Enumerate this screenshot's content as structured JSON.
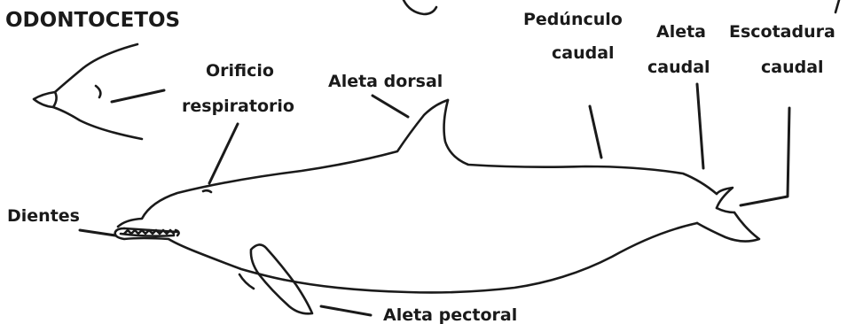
{
  "title": "ODONTOCETOS",
  "labels": {
    "orificio_1": "Orificio",
    "orificio_2": "respiratorio",
    "aleta_dorsal": "Aleta dorsal",
    "pedunculo_1": "Pedúnculo",
    "pedunculo_2": "caudal",
    "aleta_caudal_1": "Aleta",
    "aleta_caudal_2": "caudal",
    "escotadura_1": "Escotadura",
    "escotadura_2": "caudal",
    "dientes": "Dientes",
    "aleta_pectoral": "Aleta pectoral"
  }
}
